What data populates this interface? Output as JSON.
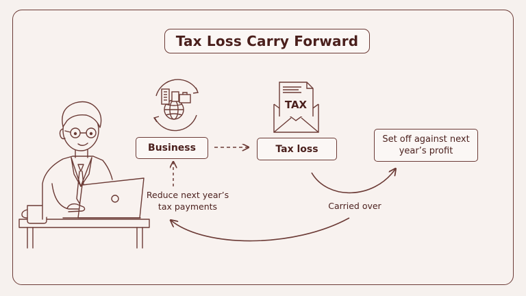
{
  "diagram": {
    "title": "Tax Loss Carry Forward",
    "nodes": {
      "business": "Business",
      "tax_loss": "Tax loss",
      "set_off": "Set off against next year’s profit"
    },
    "labels": {
      "reduce": "Reduce next year’s tax payments",
      "carried_over": "Carried over"
    },
    "envelope_text": "TAX"
  },
  "colors": {
    "stroke": "#6b3a35",
    "text": "#4a1f1c",
    "background": "#f6f1ee"
  }
}
